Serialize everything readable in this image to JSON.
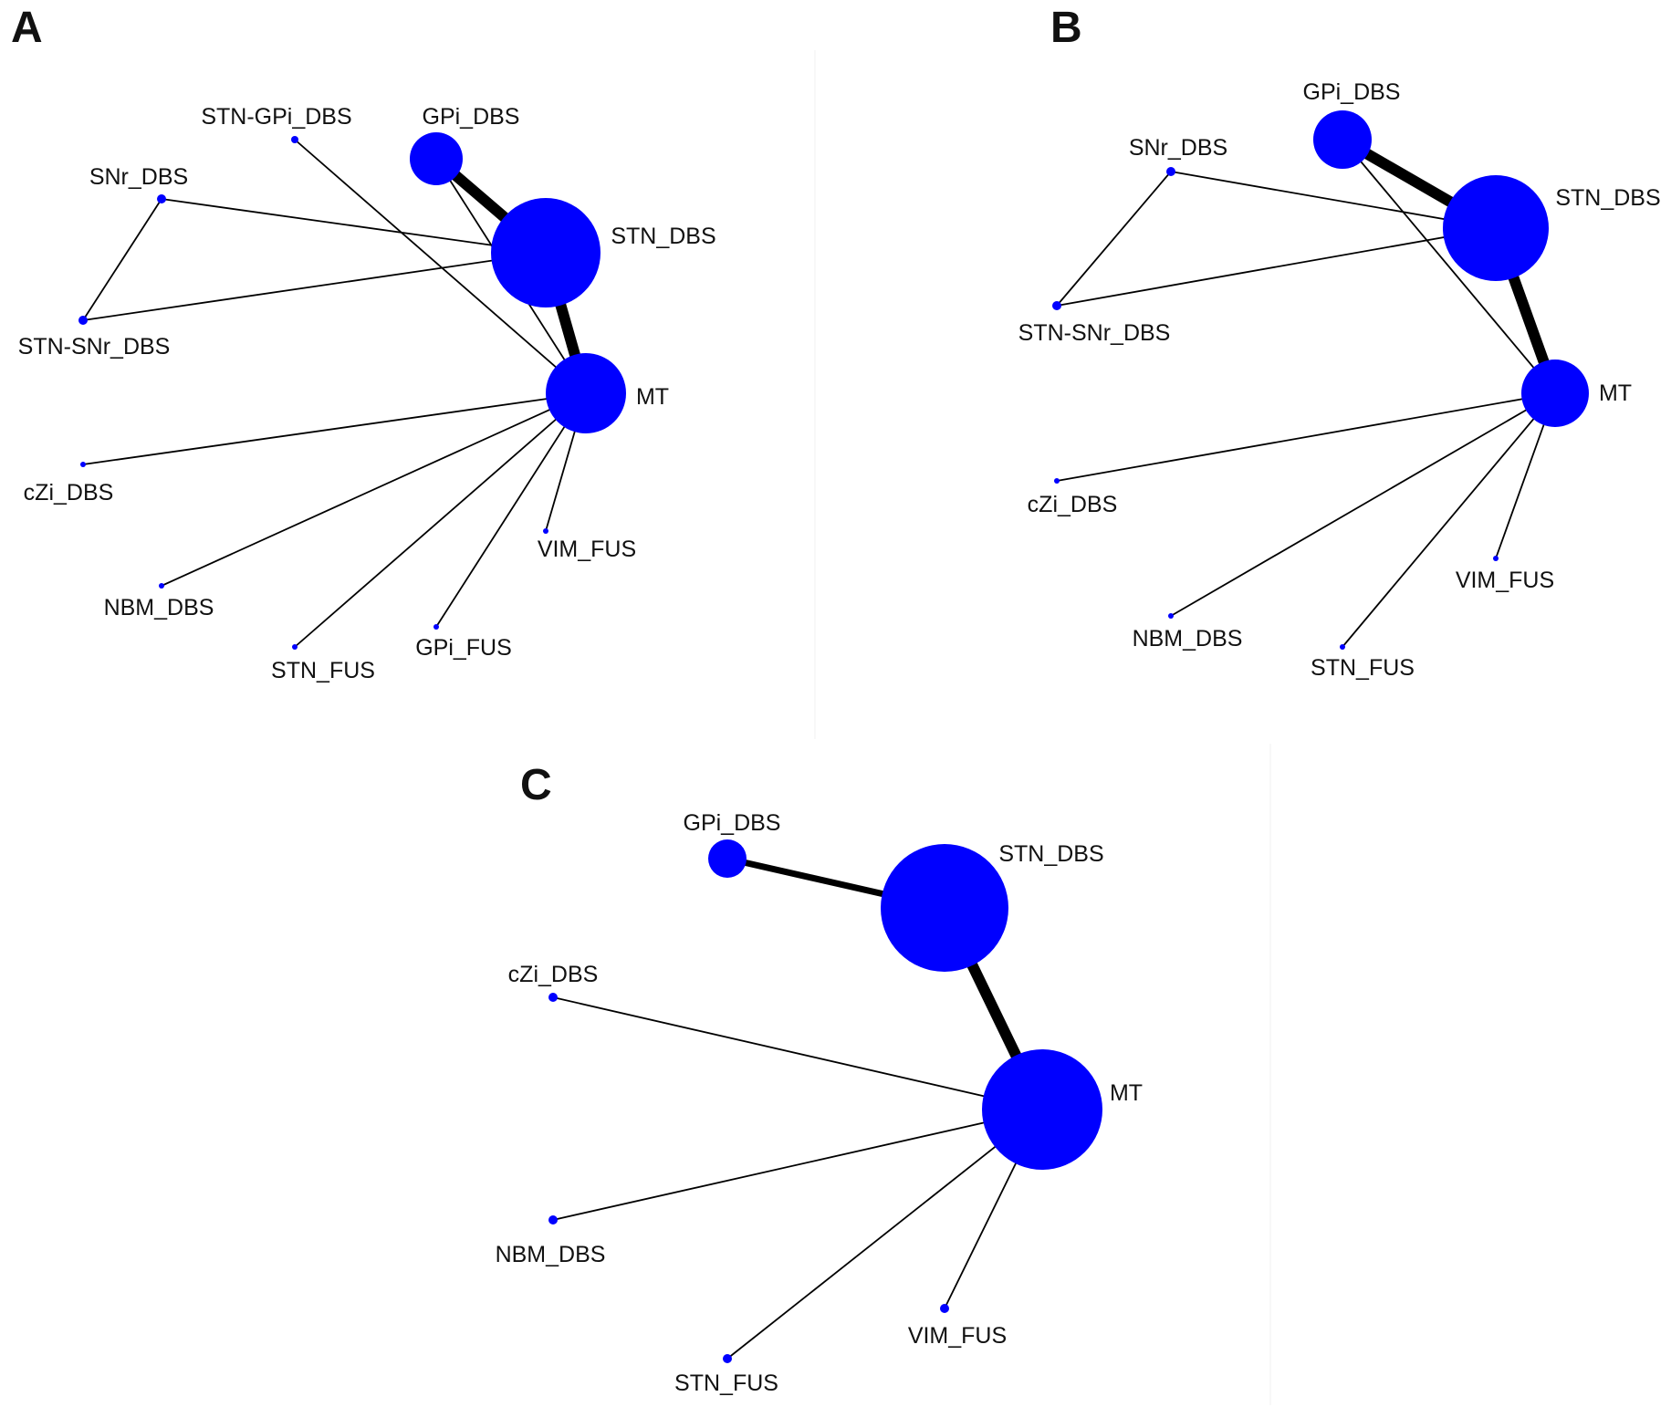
{
  "colors": {
    "node": "#0000ff",
    "edge": "#000000",
    "text": "#111111"
  },
  "panels": [
    {
      "letter": "A",
      "nodes": [
        {
          "id": "STN-GPi_DBS",
          "label": "STN-GPi_DBS",
          "size": 1
        },
        {
          "id": "GPi_DBS",
          "label": "GPi_DBS",
          "size": 8
        },
        {
          "id": "SNr_DBS",
          "label": "SNr_DBS",
          "size": 1.5
        },
        {
          "id": "STN_DBS",
          "label": "STN_DBS",
          "size": 20
        },
        {
          "id": "STN-SNr_DBS",
          "label": "STN-SNr_DBS",
          "size": 1.5
        },
        {
          "id": "MT",
          "label": "MT",
          "size": 12
        },
        {
          "id": "cZi_DBS",
          "label": "cZi_DBS",
          "size": 1
        },
        {
          "id": "VIM_FUS",
          "label": "VIM_FUS",
          "size": 1
        },
        {
          "id": "NBM_DBS",
          "label": "NBM_DBS",
          "size": 1
        },
        {
          "id": "GPi_FUS",
          "label": "GPi_FUS",
          "size": 1
        },
        {
          "id": "STN_FUS",
          "label": "STN_FUS",
          "size": 1
        }
      ],
      "edges": [
        {
          "from": "GPi_DBS",
          "to": "STN_DBS",
          "weight": 5
        },
        {
          "from": "STN_DBS",
          "to": "MT",
          "weight": 5
        },
        {
          "from": "GPi_DBS",
          "to": "MT",
          "weight": 1
        },
        {
          "from": "STN-GPi_DBS",
          "to": "MT",
          "weight": 1
        },
        {
          "from": "SNr_DBS",
          "to": "STN_DBS",
          "weight": 1
        },
        {
          "from": "SNr_DBS",
          "to": "STN-SNr_DBS",
          "weight": 1
        },
        {
          "from": "STN-SNr_DBS",
          "to": "STN_DBS",
          "weight": 1
        },
        {
          "from": "cZi_DBS",
          "to": "MT",
          "weight": 1
        },
        {
          "from": "NBM_DBS",
          "to": "MT",
          "weight": 1
        },
        {
          "from": "STN_FUS",
          "to": "MT",
          "weight": 1
        },
        {
          "from": "GPi_FUS",
          "to": "MT",
          "weight": 1
        },
        {
          "from": "VIM_FUS",
          "to": "MT",
          "weight": 1
        }
      ]
    },
    {
      "letter": "B",
      "nodes": [
        {
          "id": "GPi_DBS",
          "label": "GPi_DBS",
          "size": 8
        },
        {
          "id": "SNr_DBS",
          "label": "SNr_DBS",
          "size": 1.5
        },
        {
          "id": "STN_DBS",
          "label": "STN_DBS",
          "size": 20
        },
        {
          "id": "STN-SNr_DBS",
          "label": "STN-SNr_DBS",
          "size": 1.5
        },
        {
          "id": "MT",
          "label": "MT",
          "size": 10
        },
        {
          "id": "cZi_DBS",
          "label": "cZi_DBS",
          "size": 1
        },
        {
          "id": "VIM_FUS",
          "label": "VIM_FUS",
          "size": 1
        },
        {
          "id": "NBM_DBS",
          "label": "NBM_DBS",
          "size": 1
        },
        {
          "id": "STN_FUS",
          "label": "STN_FUS",
          "size": 1
        }
      ],
      "edges": [
        {
          "from": "GPi_DBS",
          "to": "STN_DBS",
          "weight": 5
        },
        {
          "from": "STN_DBS",
          "to": "MT",
          "weight": 5
        },
        {
          "from": "GPi_DBS",
          "to": "MT",
          "weight": 1
        },
        {
          "from": "SNr_DBS",
          "to": "STN_DBS",
          "weight": 1
        },
        {
          "from": "SNr_DBS",
          "to": "STN-SNr_DBS",
          "weight": 1
        },
        {
          "from": "STN-SNr_DBS",
          "to": "STN_DBS",
          "weight": 1
        },
        {
          "from": "cZi_DBS",
          "to": "MT",
          "weight": 1
        },
        {
          "from": "NBM_DBS",
          "to": "MT",
          "weight": 1
        },
        {
          "from": "STN_FUS",
          "to": "MT",
          "weight": 1
        },
        {
          "from": "VIM_FUS",
          "to": "MT",
          "weight": 1
        }
      ]
    },
    {
      "letter": "C",
      "nodes": [
        {
          "id": "GPi_DBS",
          "label": "GPi_DBS",
          "size": 4
        },
        {
          "id": "STN_DBS",
          "label": "STN_DBS",
          "size": 20
        },
        {
          "id": "cZi_DBS",
          "label": "cZi_DBS",
          "size": 1
        },
        {
          "id": "MT",
          "label": "MT",
          "size": 18
        },
        {
          "id": "NBM_DBS",
          "label": "NBM_DBS",
          "size": 1
        },
        {
          "id": "VIM_FUS",
          "label": "VIM_FUS",
          "size": 1
        },
        {
          "id": "STN_FUS",
          "label": "STN_FUS",
          "size": 1
        }
      ],
      "edges": [
        {
          "from": "GPi_DBS",
          "to": "STN_DBS",
          "weight": 3
        },
        {
          "from": "STN_DBS",
          "to": "MT",
          "weight": 5
        },
        {
          "from": "cZi_DBS",
          "to": "MT",
          "weight": 1
        },
        {
          "from": "NBM_DBS",
          "to": "MT",
          "weight": 1
        },
        {
          "from": "STN_FUS",
          "to": "MT",
          "weight": 1
        },
        {
          "from": "VIM_FUS",
          "to": "MT",
          "weight": 1
        }
      ]
    }
  ]
}
